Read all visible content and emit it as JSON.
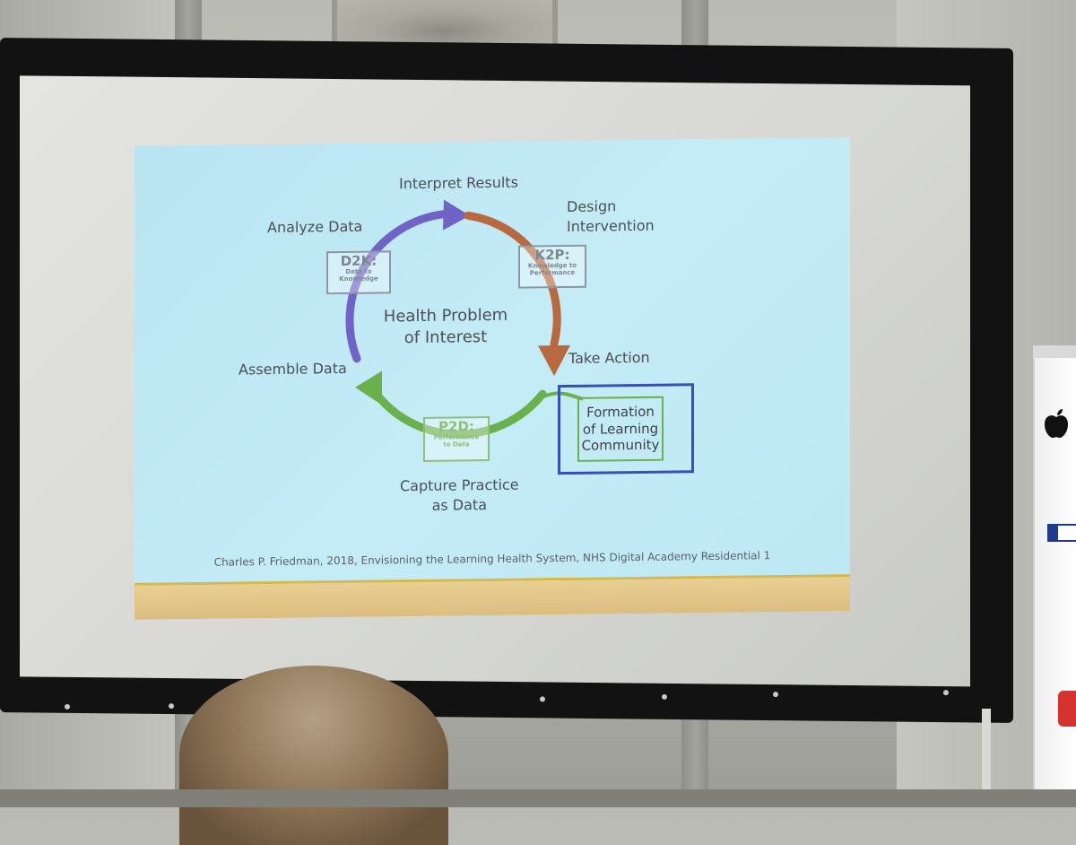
{
  "slide": {
    "stages": {
      "interpret": "Interpret Results",
      "design": "Design\nIntervention",
      "analyze": "Analyze Data",
      "take_action": "Take Action",
      "assemble": "Assemble Data",
      "capture": "Capture Practice\nas Data"
    },
    "boxes": {
      "d2k_code": "D2K:",
      "d2k_desc": "Data to\nKnowledge",
      "k2p_code": "K2P:",
      "k2p_desc": "Knowledge to\nPerformance",
      "p2d_code": "P2D:",
      "p2d_desc": "Performance\nto Data"
    },
    "center": "Health Problem\nof Interest",
    "community": "Formation\nof Learning\nCommunity",
    "citation": "Charles P. Friedman, 2018, Envisioning the Learning Health System, NHS Digital Academy Residential 1"
  },
  "colors": {
    "arc_purple": "#6f63c8",
    "arc_brown": "#b8693f",
    "arc_green": "#6ab04c",
    "community_blue": "#3a4fb6"
  },
  "icons": {
    "banner_logo": "apple-logo-icon"
  }
}
